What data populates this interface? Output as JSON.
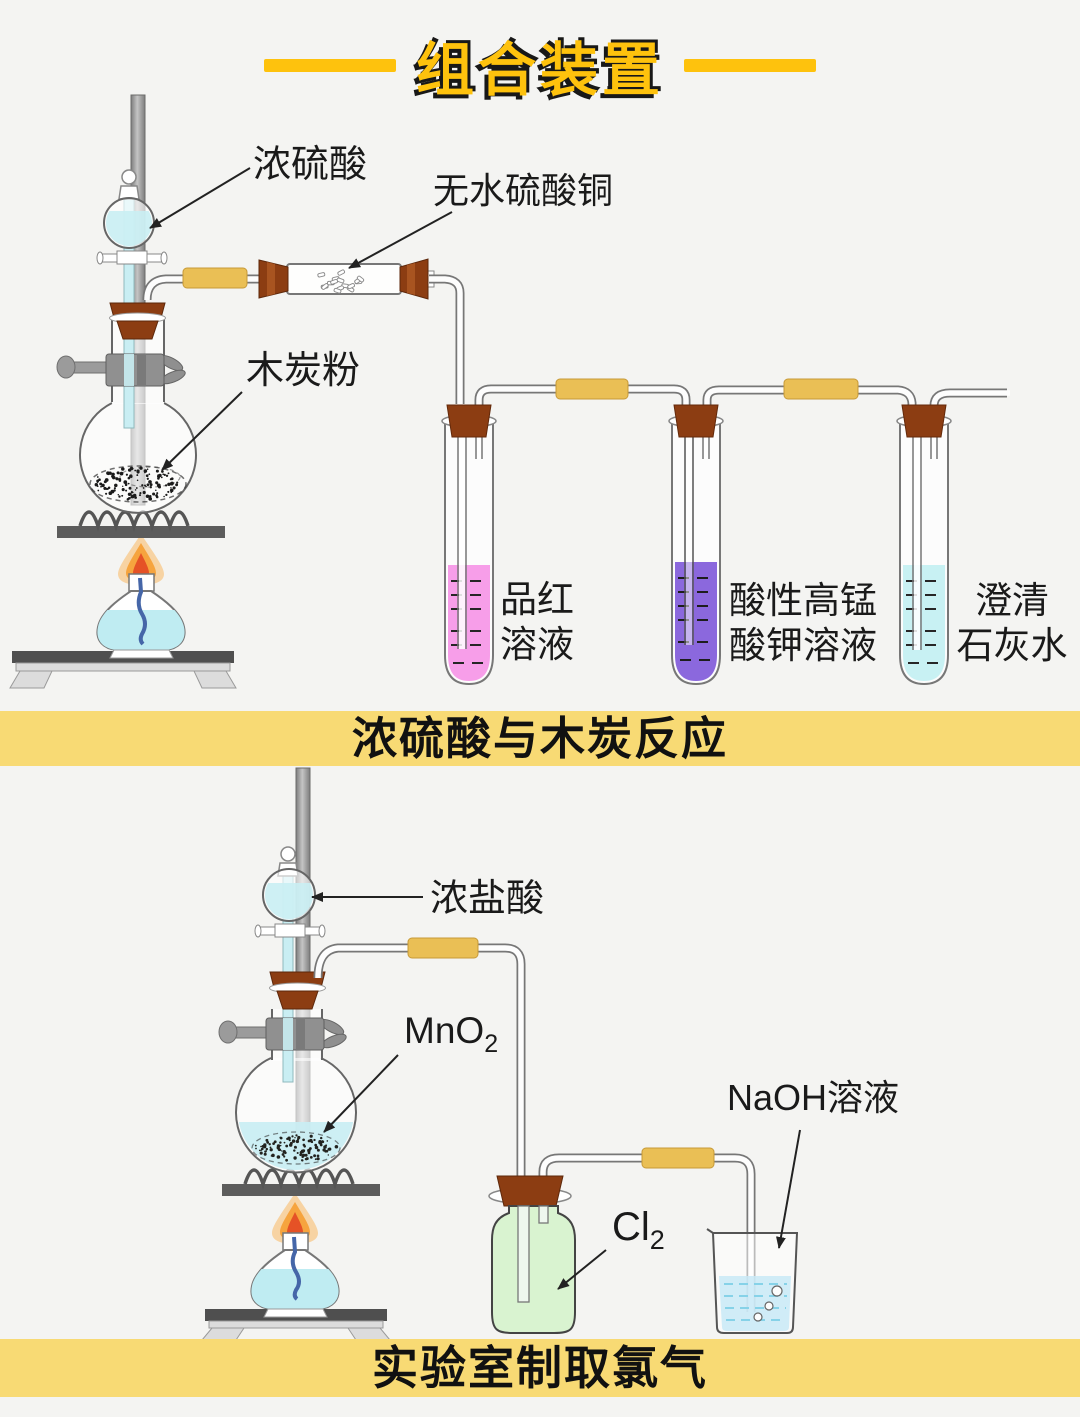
{
  "title": {
    "text": "组合装置"
  },
  "section1": {
    "caption": "浓硫酸与木炭反应",
    "labels": {
      "funnel": "浓硫酸",
      "drying_tube": "无水硫酸铜",
      "flask_contents": "木炭粉",
      "tube1": [
        "品红",
        "溶液"
      ],
      "tube2": [
        "酸性高锰",
        "酸钾溶液"
      ],
      "tube3": [
        "澄清",
        "石灰水"
      ]
    }
  },
  "section2": {
    "caption": "实验室制取氯气",
    "labels": {
      "funnel": "浓盐酸",
      "flask_contents": {
        "base": "MnO",
        "sub": "2"
      },
      "bottle": {
        "base": "Cl",
        "sub": "2"
      },
      "beaker": "NaOH溶液"
    }
  },
  "colors": {
    "accent_yellow": "#fec20d",
    "banner_yellow": "#f8da74",
    "fuchsin_pink": "#f79ee9",
    "permanganate_purple": "#8b68dd",
    "limewater_cyan": "#c8f1f3",
    "chlorine_green": "#d9f3d0",
    "naoh_blue": "#c8e9f7",
    "acid_cyan": "#c9eef3",
    "lamp_cyan": "#bfecf2",
    "stopper_brown": "#8c3d12",
    "connector_yellow": "#eabf55"
  }
}
